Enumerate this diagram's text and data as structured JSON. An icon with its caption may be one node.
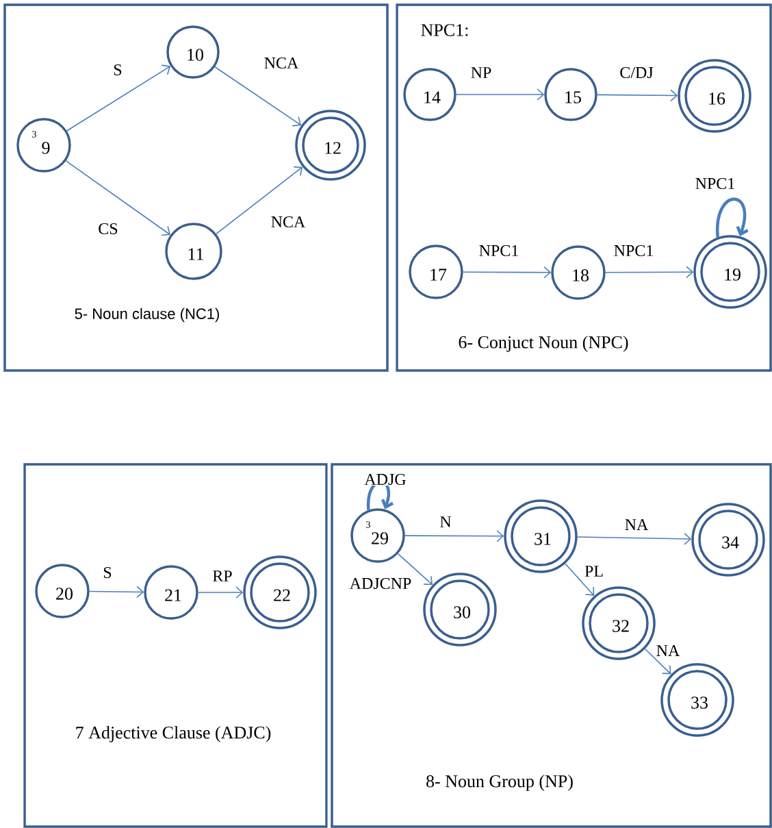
{
  "diagram": {
    "nodes": [
      {
        "text": [
          "5- Noun clause (NC1)"
        ]
      },
      {
        "text": [
          "9",
          "3"
        ],
        "in": 0
      },
      {
        "text": [
          "10"
        ],
        "in": 0
      },
      {
        "text": [
          "12"
        ],
        "in": 0
      },
      {
        "text": [
          "11"
        ],
        "in": 0
      },
      {
        "text": [
          "NPC1:",
          "6- Conjuct Noun (NPC)"
        ]
      },
      {
        "text": [
          "14"
        ],
        "in": 5
      },
      {
        "text": [
          "15"
        ],
        "in": 5
      },
      {
        "text": [
          "16"
        ],
        "in": 5
      },
      {
        "text": [
          "17"
        ],
        "in": 5
      },
      {
        "text": [
          "18"
        ],
        "in": 5
      },
      {
        "text": [
          "19"
        ],
        "in": 5
      },
      {
        "text": [
          "7 Adjective Clause (ADJC)"
        ]
      },
      {
        "text": [
          "20"
        ],
        "in": 12
      },
      {
        "text": [
          "21"
        ],
        "in": 12
      },
      {
        "text": [
          "22"
        ],
        "in": 12
      },
      {
        "text": [
          "8- Noun Group (NP)"
        ]
      },
      {
        "text": [
          "29",
          "3"
        ],
        "in": 16
      },
      {
        "text": [
          "31"
        ],
        "in": 16
      },
      {
        "text": [
          "34"
        ],
        "in": 16
      },
      {
        "text": [
          "30"
        ],
        "in": 16
      },
      {
        "text": [
          "32"
        ],
        "in": 16
      },
      {
        "text": [
          "33"
        ],
        "in": 16
      }
    ],
    "edges": [
      {
        "from": 1,
        "to": 2,
        "arrow": "to",
        "label": "S"
      },
      {
        "from": 2,
        "to": 3,
        "arrow": "to",
        "label": "NCA"
      },
      {
        "from": 1,
        "to": 4,
        "arrow": "to",
        "label": "CS"
      },
      {
        "from": 4,
        "to": 3,
        "arrow": "to",
        "label": "NCA"
      },
      {
        "from": 6,
        "to": 7,
        "arrow": "to",
        "label": "NP"
      },
      {
        "from": 7,
        "to": 8,
        "arrow": "to",
        "label": "C/DJ"
      },
      {
        "from": 9,
        "to": 10,
        "arrow": "to",
        "label": "NPC1"
      },
      {
        "from": 10,
        "to": 11,
        "arrow": "to",
        "label": "NPC1"
      },
      {
        "from": 11,
        "to": 11,
        "arrow": "to",
        "label": "NPC1",
        "style": "thick"
      },
      {
        "from": 13,
        "to": 14,
        "arrow": "to",
        "label": "S"
      },
      {
        "from": 14,
        "to": 15,
        "arrow": "to",
        "label": "RP"
      },
      {
        "from": 17,
        "to": 17,
        "arrow": "to",
        "label": "ADJG",
        "style": "thick"
      },
      {
        "from": 17,
        "to": 18,
        "arrow": "to",
        "label": "N"
      },
      {
        "from": 17,
        "to": 20,
        "arrow": "to",
        "label": "ADJCNP"
      },
      {
        "from": 18,
        "to": 19,
        "arrow": "to",
        "label": "NA"
      },
      {
        "from": 18,
        "to": 21,
        "arrow": "to",
        "label": "PL"
      },
      {
        "from": 21,
        "to": 22,
        "arrow": "to",
        "label": "NA"
      }
    ]
  }
}
